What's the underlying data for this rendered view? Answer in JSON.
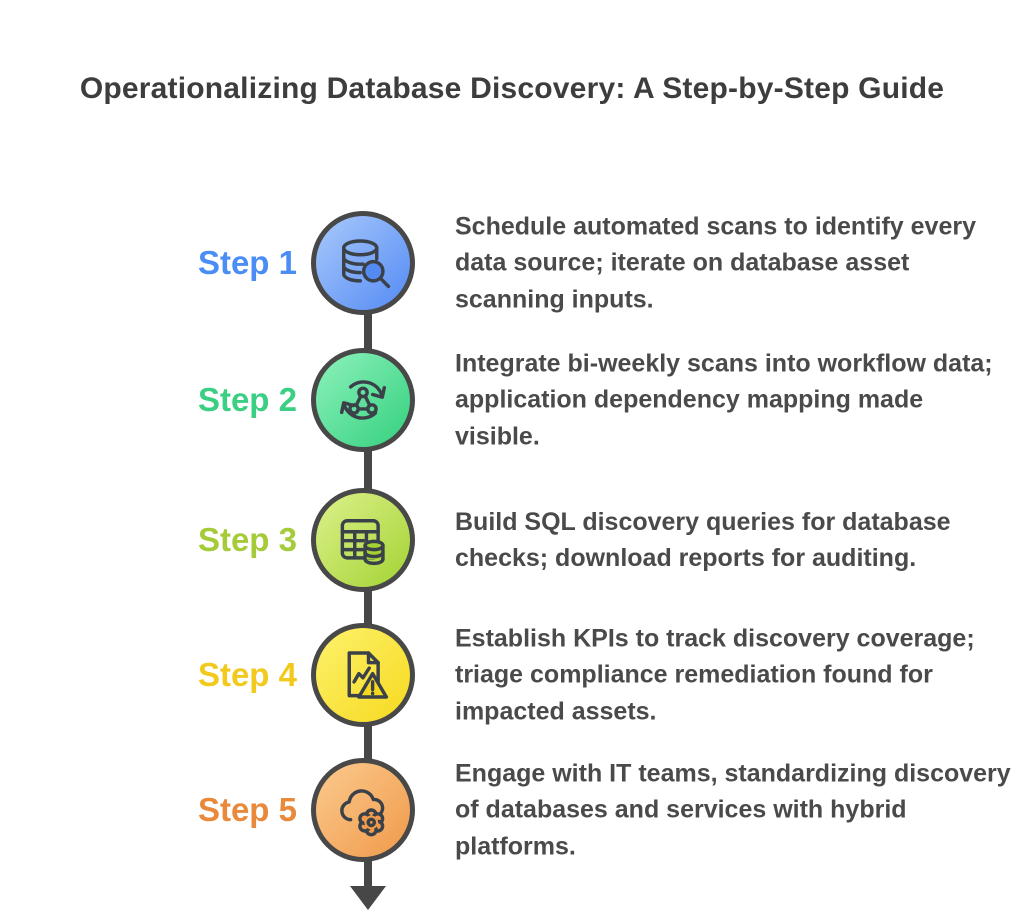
{
  "title": "Operationalizing Database Discovery: A Step-by-Step Guide",
  "colors": {
    "background": "#ffffff",
    "title_text": "#3d3d3d",
    "description_text": "#4a4a4a",
    "timeline": "#474747",
    "circle_ring": "#484848",
    "icon_stroke": "#3a4149"
  },
  "timeline": {
    "arrow_icon": "down-arrow-icon"
  },
  "steps": [
    {
      "label": "Step 1",
      "label_color": "#4a8df5",
      "circle_top": "#a9c9fb",
      "circle_bottom": "#538af4",
      "icon": "database-search-icon",
      "description": "Schedule automated scans to identify every data source; iterate on database asset scanning inputs."
    },
    {
      "label": "Step 2",
      "label_color": "#3bcf83",
      "circle_top": "#8df2bb",
      "circle_bottom": "#34d07e",
      "icon": "sync-network-icon",
      "description": "Integrate bi-weekly scans into workflow data; application dependency mapping made visible."
    },
    {
      "label": "Step 3",
      "label_color": "#a6cb39",
      "circle_top": "#ddf28c",
      "circle_bottom": "#a3d233",
      "icon": "table-database-icon",
      "description": "Build SQL discovery queries for database checks; download reports for auditing."
    },
    {
      "label": "Step 4",
      "label_color": "#f2ca1d",
      "circle_top": "#fdf26c",
      "circle_bottom": "#f6d91f",
      "icon": "report-warning-icon",
      "description": "Establish KPIs to track discovery coverage; triage compliance remediation found for impacted assets."
    },
    {
      "label": "Step 5",
      "label_color": "#e8893c",
      "circle_top": "#fbca8e",
      "circle_bottom": "#f09a4a",
      "icon": "cloud-gear-icon",
      "description": "Engage with IT teams, standardizing discovery of databases and services with hybrid platforms."
    }
  ]
}
